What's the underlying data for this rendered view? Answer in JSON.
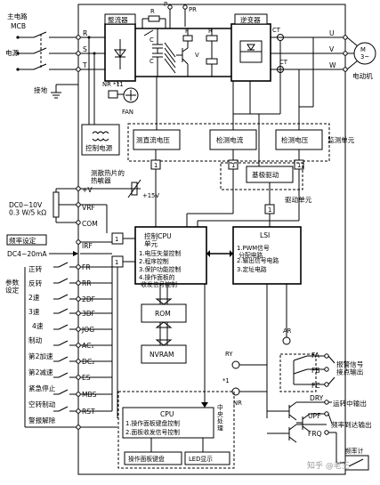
{
  "left_labels": {
    "mains_circuit": "主电路",
    "mcb": "MCB",
    "power_source": "电源",
    "ground": "接地",
    "param_settings": "参数\n设定",
    "freq_setting": "频率设定",
    "voltage_input": "DC0~10V\n0.3 W/5 kΩ",
    "current_input": "DC4~20mA"
  },
  "terminals": {
    "r": "R",
    "s": "S",
    "t": "T",
    "u": "U",
    "v": "V",
    "w": "W",
    "p": "P",
    "pr": "PR",
    "n1": "NR *1",
    "plus_v": "+V",
    "vrf": "VRF",
    "com": "COM",
    "irf": "IRF",
    "fr": "FR",
    "rr": "RR",
    "df2": "2DF",
    "df3": "3DF",
    "jog": "JOG",
    "ac1": "AC₁",
    "dc2": "DC₂",
    "es": "ES",
    "mbs": "MBS",
    "rst": "RST",
    "fa": "FA",
    "fb": "FB",
    "fc": "FC",
    "dry": "DRY",
    "upf": "UPF",
    "frq": "FRQ",
    "ar": "AR",
    "ry": "RY",
    "nr": "NR",
    "star1": "*1",
    "plus15": "+15V",
    "r_res": "R",
    "r_res2": "R",
    "c1": "C",
    "c2": "C",
    "f": "F",
    "v_tr": "V",
    "ct1": "CT",
    "ct2": "CT",
    "fan": "FAN",
    "star1b": "*1"
  },
  "input_signals": [
    "正转",
    "反转",
    "2速",
    "3速",
    "4速",
    "制动",
    "第2加速",
    "第2减速",
    "紧急停止",
    "空转制动",
    "警报解除"
  ],
  "blocks": {
    "rectifier": "整流器",
    "inverter": "逆变器",
    "control_power": "控制电源",
    "detect_dc_voltage": "测直流电压",
    "detect_current": "检测电流",
    "detect_voltage": "检测电压",
    "monitor_unit": "监测单元",
    "heatsink_thermistor": "测散热片的\n热敏器",
    "base_drive": "基极驱动",
    "drive_unit": "驱动单元",
    "motor": "M\n3~",
    "motor_label": "电动机",
    "cpu_main_title": "控制CPU\n单元",
    "cpu_main_items": [
      "1.电压矢量控制",
      "2.程序控制",
      "3.保护功能控制",
      "4.操作面板的\n  收发信号控制"
    ],
    "lsi_title": "LSI",
    "lsi_items": [
      "1.PWM信号\n  分配电路",
      "2.输出信号电路",
      "3.定址电路"
    ],
    "rom": "ROM",
    "nvram": "NVRAM",
    "cpu2_title": "CPU",
    "cpu2_items": [
      "1.操作面板键盘控制",
      "2.面板收发信号控制"
    ],
    "central_processing": "中\n央\n处\n理",
    "keypad": "操作面板键盘",
    "led": "LED显示",
    "alarm_output": "报警信号\n接点输出",
    "running_output": "运转中输出",
    "freq_reach_output": "频率到达输出",
    "freq_meter": "频率计",
    "box_one": "1"
  },
  "watermark": "知乎 @老王"
}
